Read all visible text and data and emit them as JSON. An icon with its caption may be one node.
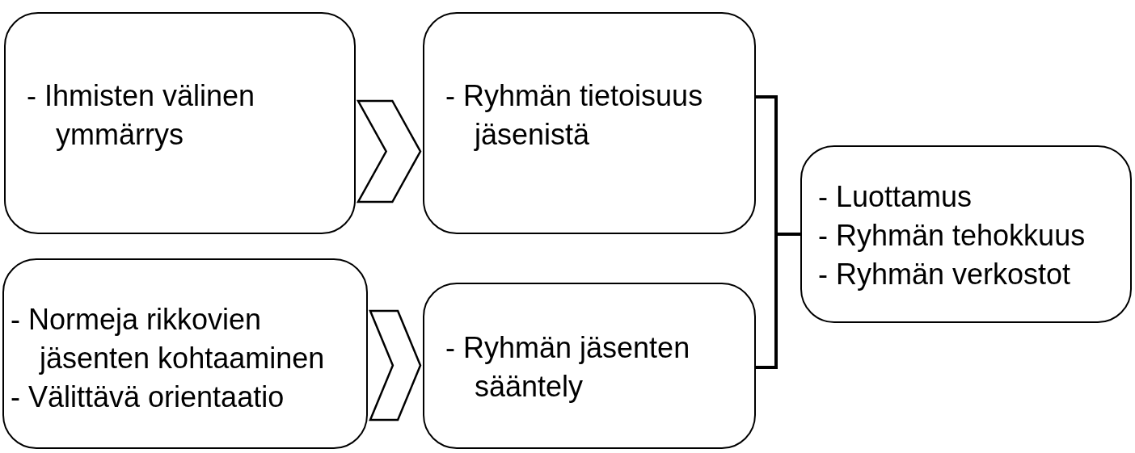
{
  "diagram": {
    "nodes": [
      {
        "text": [
          "- Ihmisten välinen ymmärrys"
        ]
      },
      {
        "text": [
          "- Ryhmän tietoisuus jäsenistä"
        ]
      },
      {
        "text": [
          "- Normeja rikkovien jäsenten kohtaaminen",
          "- Välittävä orientaatio"
        ]
      },
      {
        "text": [
          "- Ryhmän jäsenten sääntely"
        ]
      },
      {
        "text": [
          "- Luottamus",
          "- Ryhmän tehokkuus",
          "- Ryhmän verkostot"
        ]
      }
    ],
    "edges": [
      {
        "from": 0,
        "to": 1,
        "arrow": "to"
      },
      {
        "from": 2,
        "to": 3,
        "arrow": "to"
      },
      {
        "from": 1,
        "to": 4,
        "arrow": "none"
      },
      {
        "from": 3,
        "to": 4,
        "arrow": "none"
      }
    ]
  }
}
